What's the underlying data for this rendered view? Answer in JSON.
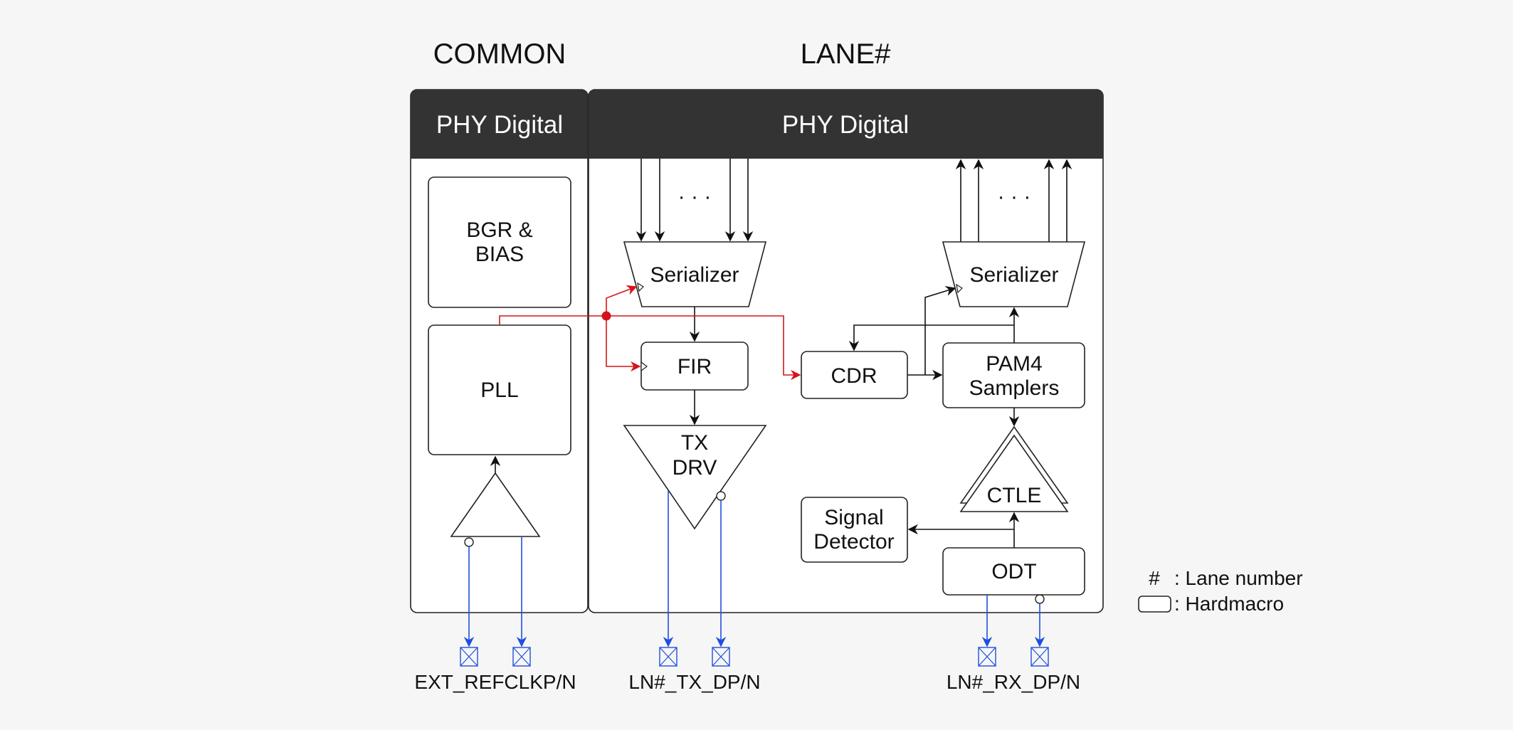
{
  "sections": {
    "common_title": "COMMON",
    "lane_title": "LANE#"
  },
  "headers": {
    "common": "PHY Digital",
    "lane": "PHY Digital"
  },
  "blocks": {
    "bgr_line1": "BGR &",
    "bgr_line2": "BIAS",
    "pll": "PLL",
    "tx_serializer": "Serializer",
    "fir": "FIR",
    "tx_drv_line1": "TX",
    "tx_drv_line2": "DRV",
    "rx_serializer": "Serializer",
    "cdr": "CDR",
    "pam4_line1": "PAM4",
    "pam4_line2": "Samplers",
    "ctle": "CTLE",
    "sd_line1": "Signal",
    "sd_line2": "Detector",
    "odt": "ODT"
  },
  "ellipsis": "· · ·",
  "pads": {
    "refclk": "EXT_REFCLKP/N",
    "tx": "LN#_TX_DP/N",
    "rx": "LN#_RX_DP/N"
  },
  "legend": {
    "hash_symbol": "#",
    "hash_desc": ": Lane number",
    "box_desc": ": Hardmacro"
  },
  "colors": {
    "header_bg": "#333333",
    "clock_wire": "#d4141c",
    "pad_wire": "#1f4fe0",
    "background": "#f6f6f6"
  }
}
